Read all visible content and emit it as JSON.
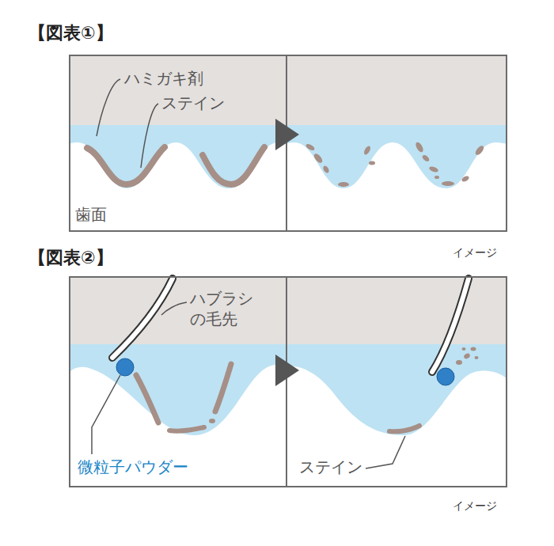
{
  "diagram": {
    "labels": [
      "【図表①】",
      "ハミガキ剤",
      "ステイン",
      "歯面",
      "イメージ",
      "【図表②】",
      "ハブラシ の毛先",
      "微粒子パウダー",
      "ステイン",
      "イメージ"
    ]
  }
}
